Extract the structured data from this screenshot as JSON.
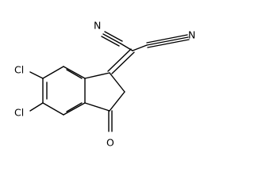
{
  "molecule": {
    "atoms": {
      "cl_upper": "Cl",
      "cl_lower": "Cl",
      "oxygen": "O",
      "nitrile_left": "N",
      "nitrile_right": "N"
    },
    "colors": {
      "bond": "#000000",
      "label": "#000000",
      "background": "#ffffff"
    }
  }
}
